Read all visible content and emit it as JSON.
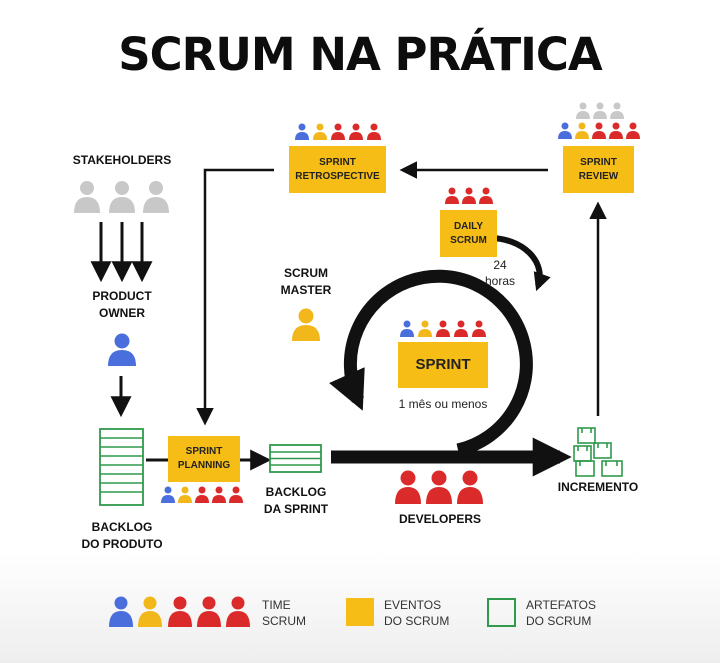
{
  "title": "SCRUM NA PRÁTICA",
  "labels": {
    "stakeholders": "STAKEHOLDERS",
    "product_owner": [
      "PRODUCT",
      "OWNER"
    ],
    "scrum_master": [
      "SCRUM",
      "MASTER"
    ],
    "backlog_produto": [
      "BACKLOG",
      "DO PRODUTO"
    ],
    "backlog_sprint": [
      "BACKLOG",
      "DA SPRINT"
    ],
    "developers": "DEVELOPERS",
    "incremento": "INCREMENTO"
  },
  "events": {
    "sprint_retrospective": [
      "SPRINT",
      "RETROSPECTIVE"
    ],
    "sprint_review": [
      "SPRINT",
      "REVIEW"
    ],
    "daily_scrum": [
      "DAILY",
      "SCRUM"
    ],
    "sprint": "SPRINT",
    "sprint_planning": [
      "SPRINT",
      "PLANNING"
    ]
  },
  "notes": {
    "horas": [
      "24",
      "horas"
    ],
    "duracao": "1 mês ou menos"
  },
  "legend": {
    "time_scrum": [
      "TIME",
      "SCRUM"
    ],
    "eventos": [
      "EVENTOS",
      "DO SCRUM"
    ],
    "artefatos": [
      "ARTEFATOS",
      "DO SCRUM"
    ]
  },
  "colors": {
    "blue": "#4a6fdc",
    "yellow": "#f2b81b",
    "red": "#db2a2a",
    "gray": "#c8c8c8",
    "event": "#f6bd16",
    "artifact": "#2f9a4b"
  }
}
